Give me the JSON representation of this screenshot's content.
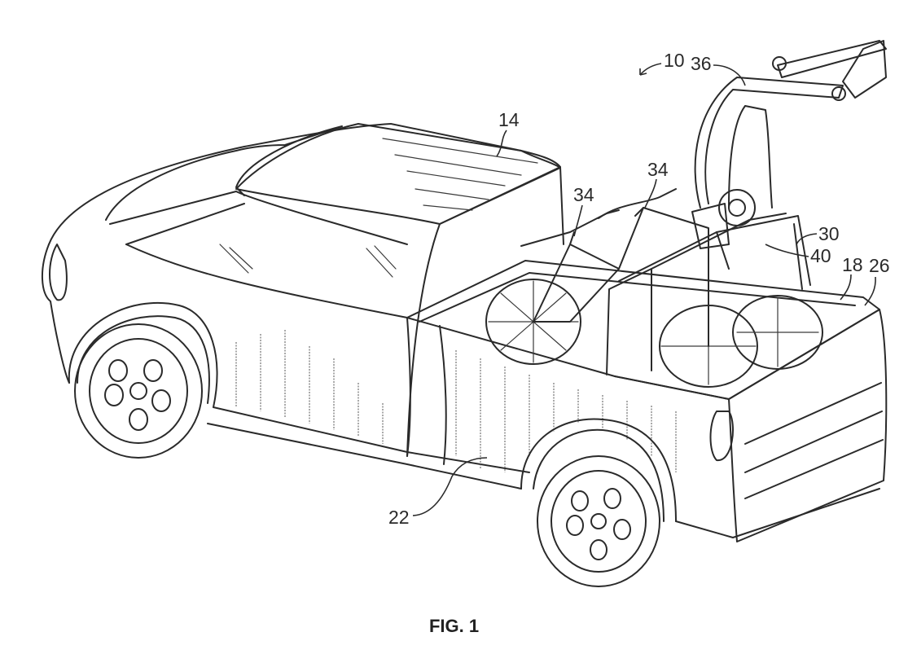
{
  "figure": {
    "caption": "FIG. 1",
    "subject": "pickup truck with bicycle carrier in bed",
    "line_color": "#2a2a2a",
    "background": "#ffffff",
    "reference_numerals": {
      "assembly": "10",
      "cab": "14",
      "bed_wall": "18",
      "side_panel": "22",
      "tailgate": "26",
      "carrier_frame": "30",
      "bicycle_left": "34",
      "bicycle_right": "34",
      "lift_arm": "36",
      "carrier_post": "40"
    }
  }
}
